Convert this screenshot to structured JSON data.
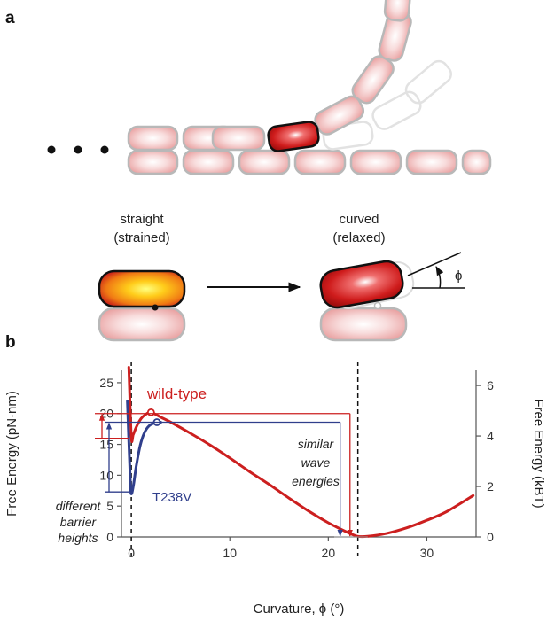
{
  "panel_a": {
    "letter": "a",
    "state_left": {
      "line1": "straight",
      "line2": "(strained)"
    },
    "state_right": {
      "line1": "curved",
      "line2": "(relaxed)"
    },
    "angle_symbol": "ϕ"
  },
  "panel_b": {
    "letter": "b",
    "curve_label_wt": "wild-type",
    "curve_label_mut": "T238V",
    "note_left": [
      "different",
      "barrier",
      "heights"
    ],
    "note_right": [
      "similar",
      "wave",
      "energies"
    ]
  },
  "chart_data": {
    "type": "line",
    "xlabel": "Curvature, ϕ (°)",
    "ylabel": "Free Energy (pN·nm)",
    "ylabel_right": "Free Energy (kBT)",
    "xlim": [
      -1,
      35
    ],
    "ylim": [
      0,
      27
    ],
    "ylim_right": [
      0,
      6.6
    ],
    "xticks": [
      0,
      10,
      20,
      30
    ],
    "yticks": [
      0,
      5,
      10,
      15,
      20,
      25
    ],
    "yticks_right": [
      0,
      2,
      4,
      6
    ],
    "vlines": [
      0,
      23
    ],
    "series": [
      {
        "name": "wild-type",
        "color": "#cc1f1f",
        "x": [
          -0.25,
          0,
          0.2,
          0.5,
          1.0,
          1.5,
          2.0,
          3.0,
          4.0,
          6.0,
          8.0,
          10.0,
          12.0,
          14.0,
          16.0,
          18.0,
          20.0,
          22.0,
          23.0,
          24.0,
          26.0,
          28.0,
          30.0,
          32.0,
          34.7
        ],
        "y": [
          27.5,
          16.2,
          16.6,
          17.8,
          19.2,
          19.9,
          20.2,
          19.4,
          18.6,
          16.8,
          14.9,
          12.8,
          10.6,
          8.5,
          6.3,
          4.2,
          2.3,
          0.7,
          0.1,
          0.1,
          0.6,
          1.5,
          2.7,
          4.1,
          6.7
        ]
      },
      {
        "name": "T238V",
        "color": "#303f8c",
        "x": [
          -0.4,
          -0.1,
          0,
          0.2,
          0.5,
          0.9,
          1.3,
          1.8,
          2.4,
          3.0
        ],
        "y": [
          22.0,
          9.0,
          7.0,
          8.2,
          11.5,
          14.8,
          16.8,
          18.0,
          18.5,
          18.6
        ]
      }
    ],
    "annotations": {
      "wt_barrier": [
        16.0,
        20.0
      ],
      "mut_barrier": [
        7.3,
        18.6
      ],
      "wt_wave": [
        20.0,
        0.0
      ],
      "mut_wave": [
        18.6,
        0.0
      ]
    }
  }
}
